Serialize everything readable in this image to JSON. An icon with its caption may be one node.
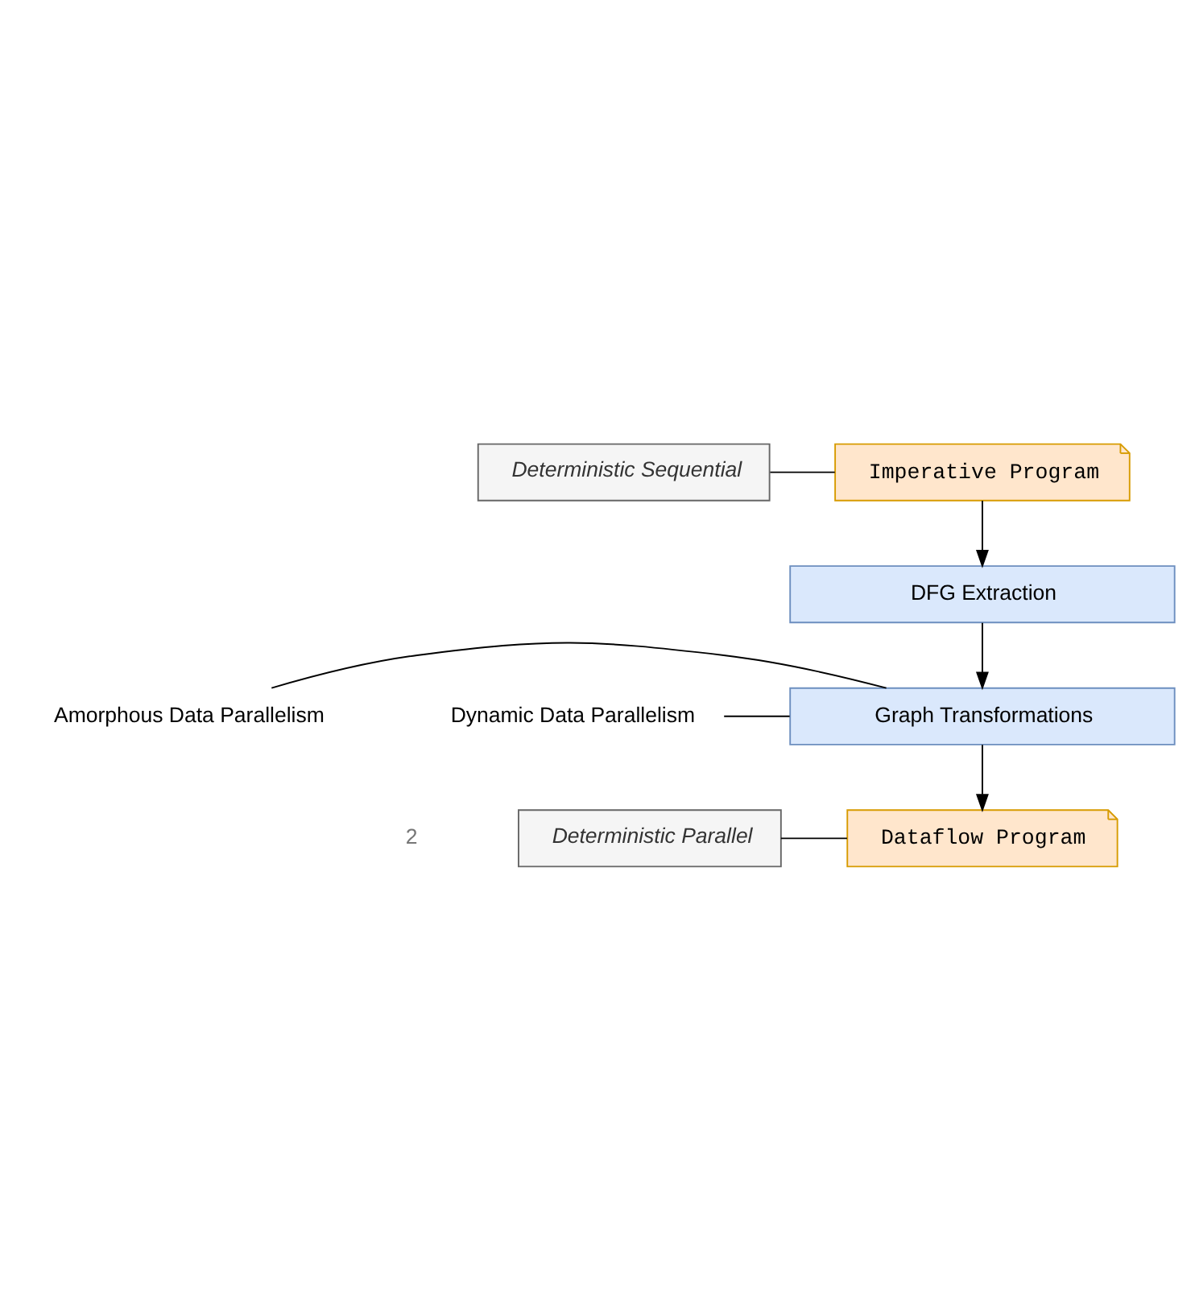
{
  "diagram": {
    "nodes": [
      {
        "text": [
          "Imperative Program"
        ]
      },
      {
        "text": [
          "Deterministic Sequential"
        ]
      },
      {
        "text": [
          "DFG Extraction"
        ]
      },
      {
        "text": [
          "Amorphous Data Parallelism"
        ]
      },
      {
        "text": [
          "Dynamic Data Parallelism"
        ]
      },
      {
        "text": [
          "Graph Transformations"
        ]
      },
      {
        "text": [
          "Deterministic Parallel"
        ]
      },
      {
        "text": [
          "Dataflow Program"
        ]
      }
    ],
    "edges": [
      {
        "from": 1,
        "to": 0,
        "arrow": "none"
      },
      {
        "from": 0,
        "to": 2,
        "arrow": "to"
      },
      {
        "from": 2,
        "to": 5,
        "arrow": "to"
      },
      {
        "from": 3,
        "to": 5,
        "arrow": "none"
      },
      {
        "from": 4,
        "to": 5,
        "arrow": "none"
      },
      {
        "from": 5,
        "to": 7,
        "arrow": "to"
      },
      {
        "from": 6,
        "to": 7,
        "arrow": "none"
      }
    ],
    "labels": [
      "2"
    ]
  }
}
